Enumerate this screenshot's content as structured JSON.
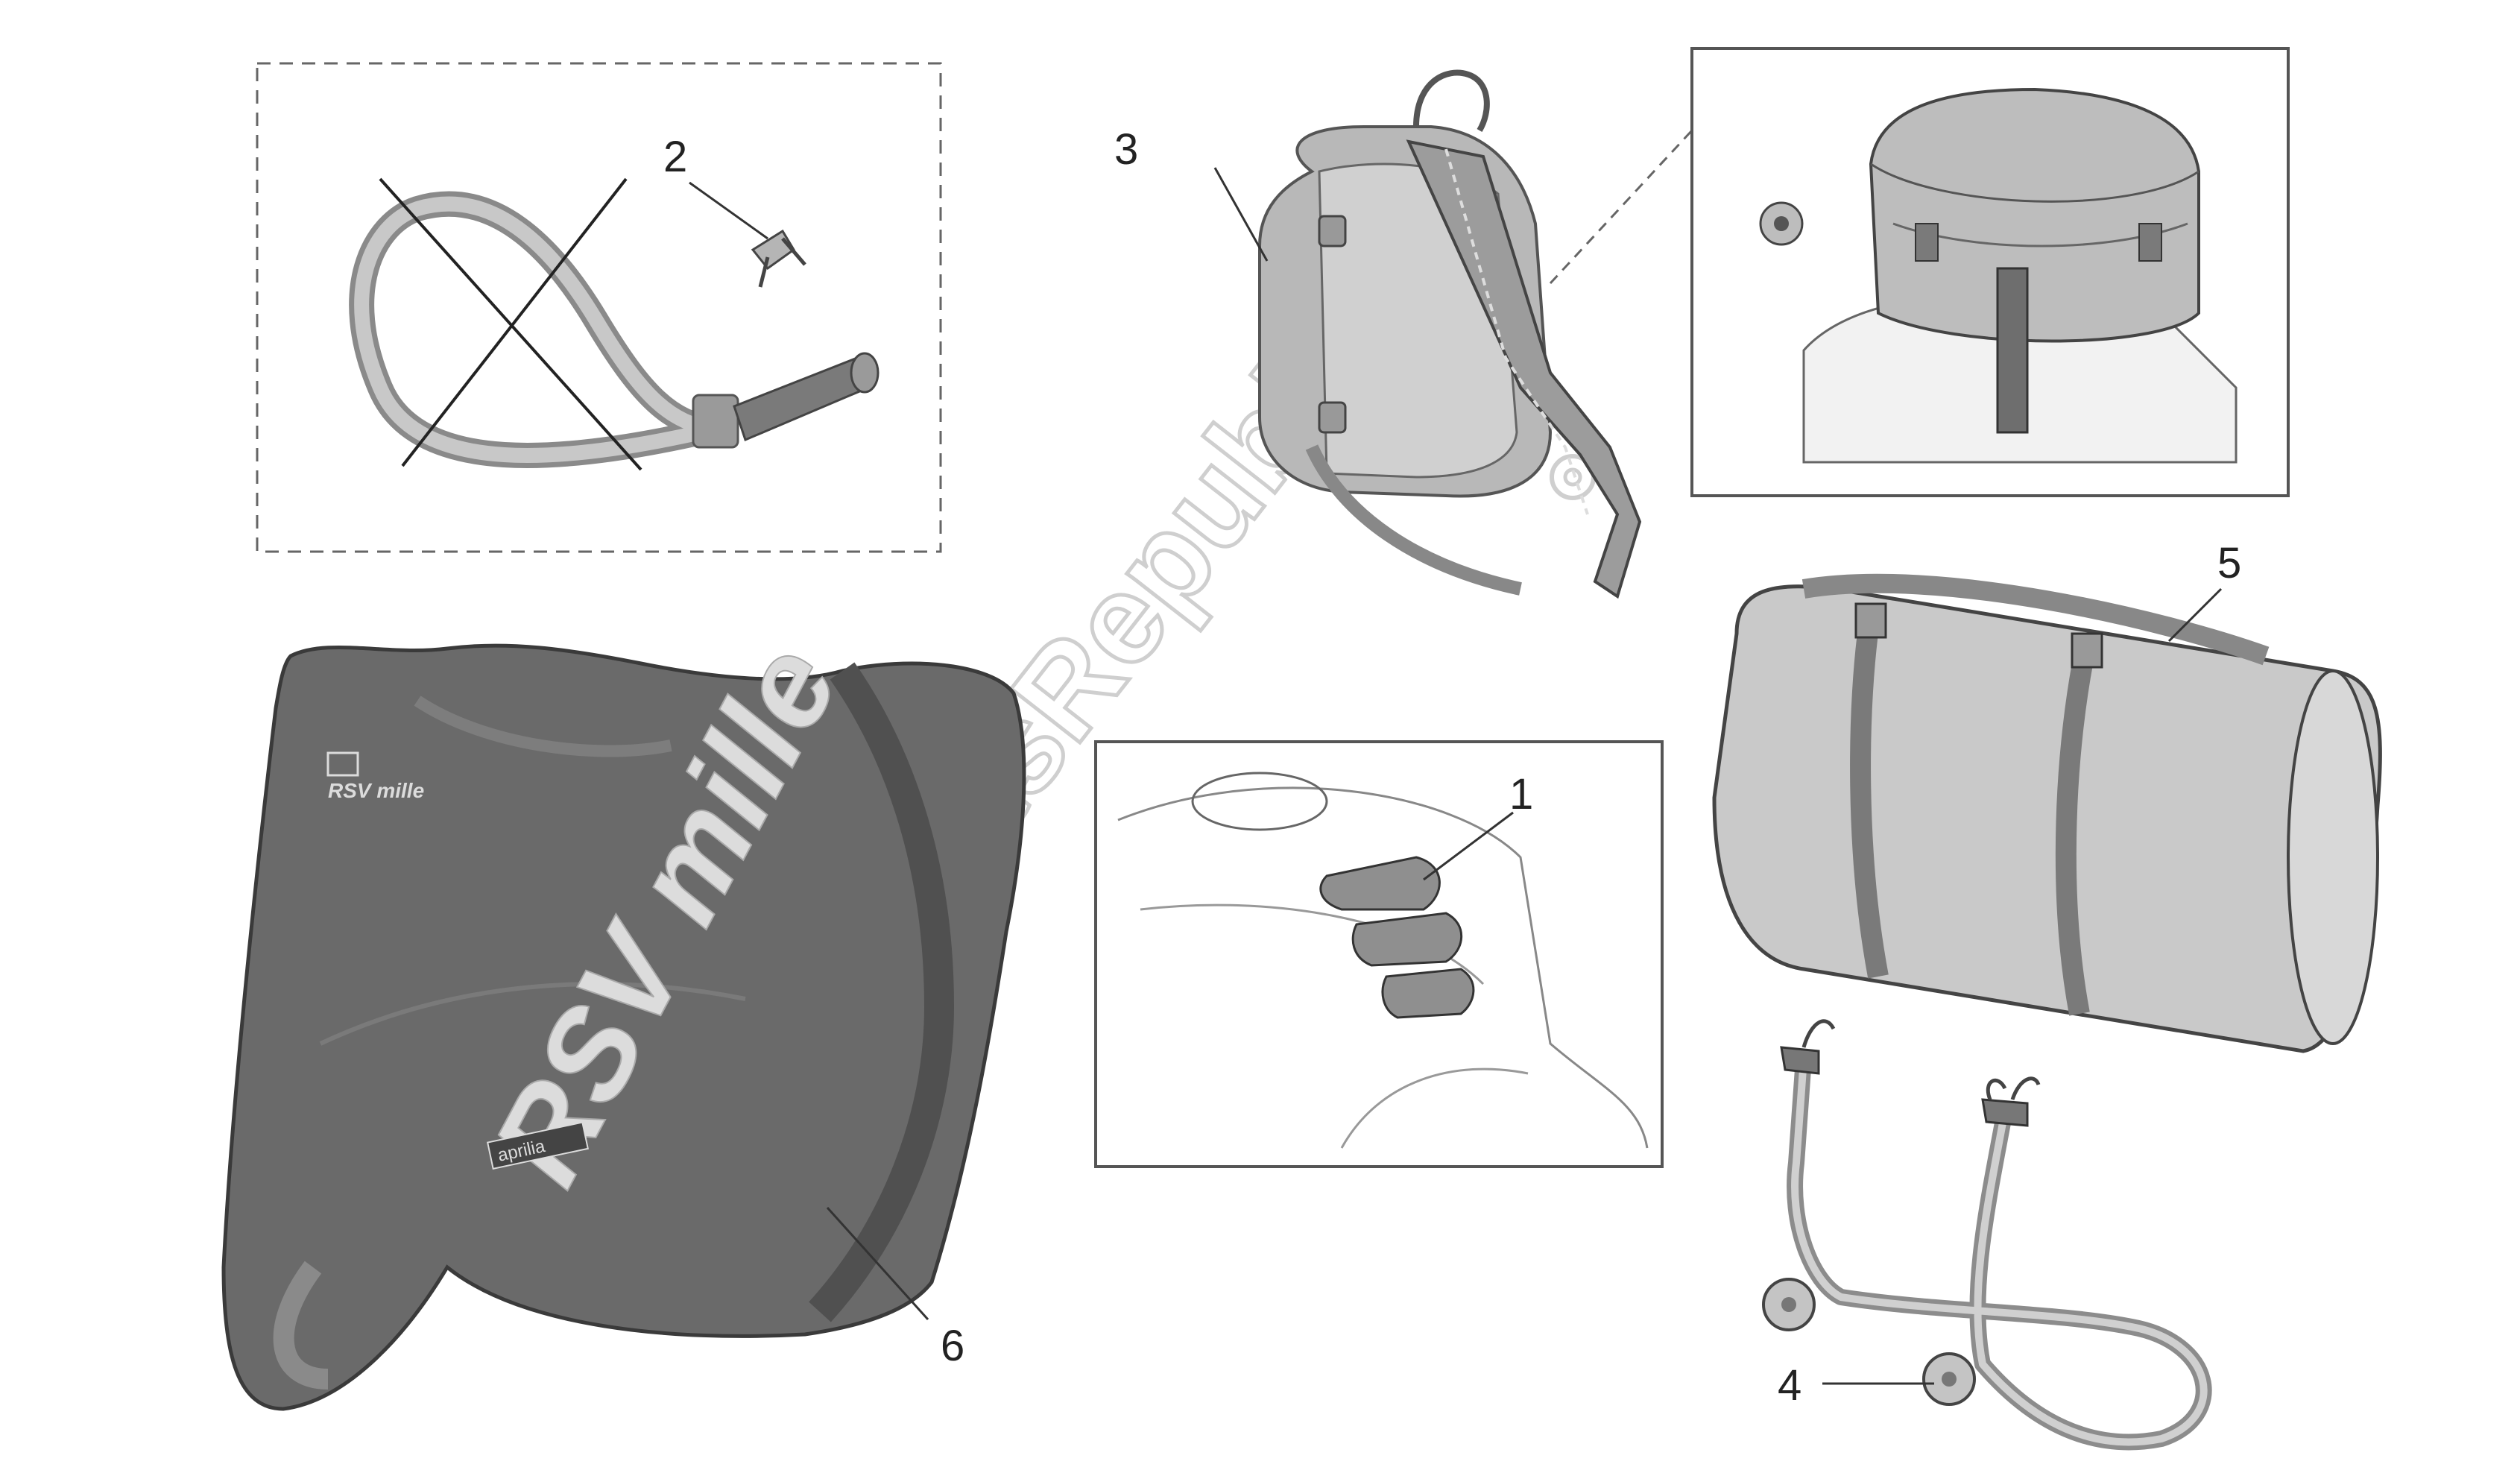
{
  "diagram": {
    "callouts": [
      "1",
      "2",
      "3",
      "4",
      "5",
      "6"
    ],
    "watermark": "PartsRepublik",
    "logo_text": "RSV mille",
    "small_label": "aprilia",
    "colors": {
      "line": "#555555",
      "fill_light": "#cfcfcf",
      "fill_mid": "#a9a9a9",
      "fill_dark": "#6e6e6e",
      "cover_dark": "#5a5a5a"
    }
  }
}
